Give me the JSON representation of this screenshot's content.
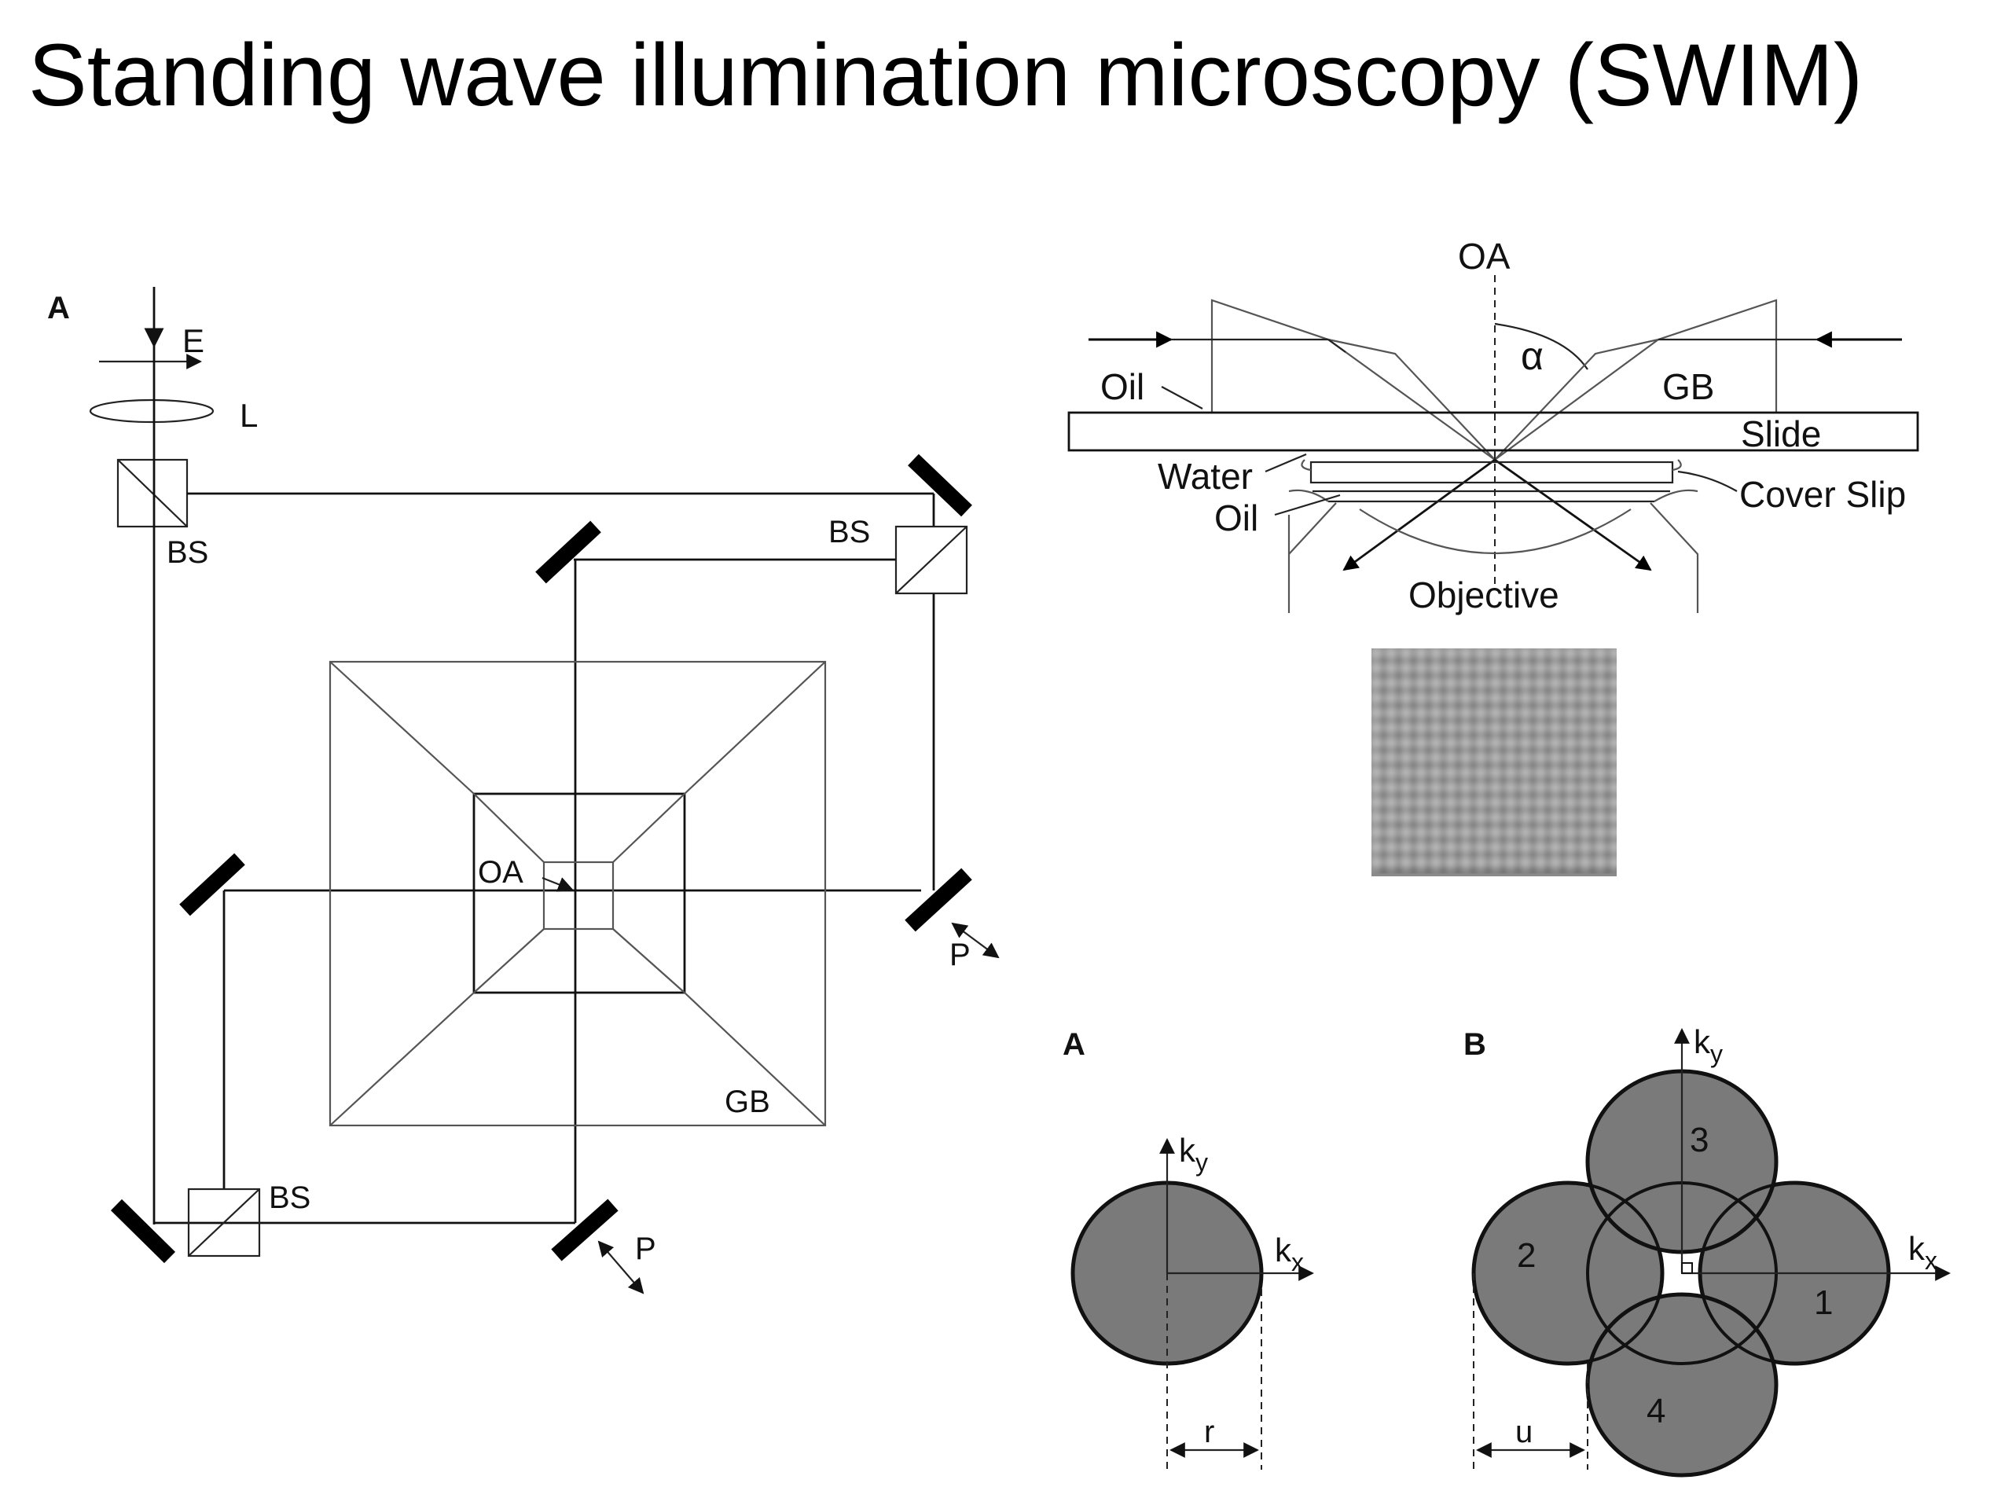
{
  "title": "Standing wave illumination microscopy (SWIM)",
  "setup": {
    "panel_label": "A",
    "labels": {
      "E": "E",
      "L": "L",
      "BS1": "BS",
      "BS2": "BS",
      "BS3": "BS",
      "OA": "OA",
      "GB": "GB",
      "P1": "P",
      "P2": "P"
    }
  },
  "cross_section": {
    "labels": {
      "OA": "OA",
      "alpha": "α",
      "Oil_top": "Oil",
      "GB": "GB",
      "Slide": "Slide",
      "Water": "Water",
      "Cover_Slip": "Cover Slip",
      "Oil_bottom": "Oil",
      "Objective": "Objective"
    }
  },
  "kspace": {
    "A": {
      "panel_label": "A",
      "ky": "k",
      "ky_sub": "y",
      "kx": "k",
      "kx_sub": "x",
      "r": "r"
    },
    "B": {
      "panel_label": "B",
      "ky": "k",
      "ky_sub": "y",
      "kx": "k",
      "kx_sub": "x",
      "u": "u",
      "disk_labels": [
        "1",
        "2",
        "3",
        "4"
      ]
    }
  },
  "colors": {
    "disk_fill": "#7a7a7a",
    "ink": "#111111"
  }
}
